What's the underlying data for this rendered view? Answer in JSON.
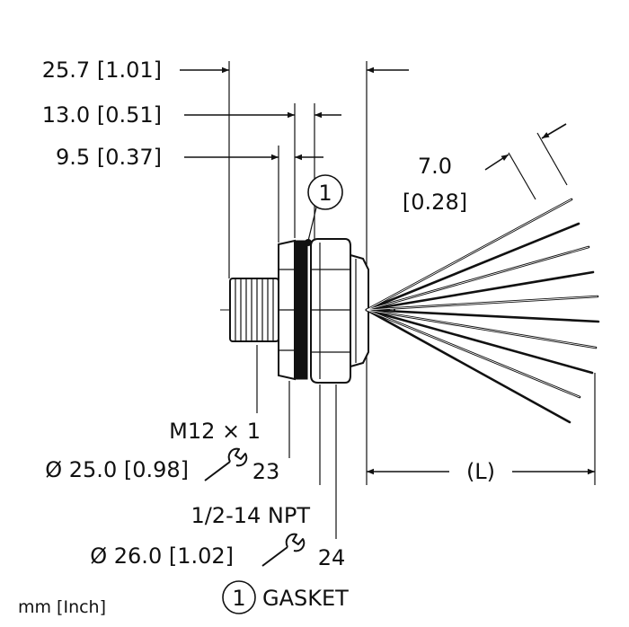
{
  "dimensions": {
    "overall_length": "25.7 [1.01]",
    "body_length": "13.0 [0.51]",
    "thread_length": "9.5 [0.37]",
    "wire_strip": "7.0",
    "wire_strip_inch": "[0.28]",
    "cable_length": "(L)"
  },
  "callouts": {
    "connector_thread": "M12 × 1",
    "nut_diameter": "Ø 25.0 [0.98]",
    "nut_wrench_size": "23",
    "pipe_thread": "1/2-14 NPT",
    "body_diameter": "Ø 26.0 [1.02]",
    "body_wrench_size": "24",
    "item_1_number": "1",
    "item_1_label": "GASKET"
  },
  "units_note": "mm [Inch]"
}
